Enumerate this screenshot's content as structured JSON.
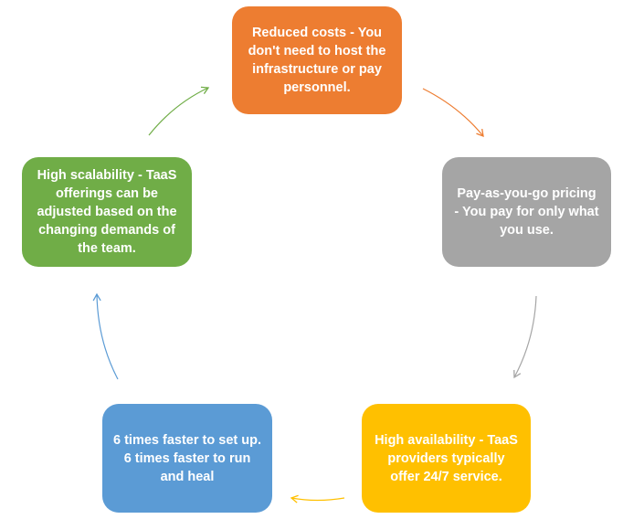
{
  "boxes": [
    {
      "id": "reduced-costs",
      "text": "Reduced costs - You don't need to host the infrastructure or pay personnel.",
      "color": "#ED7D31"
    },
    {
      "id": "pay-as-you-go",
      "text": "Pay-as-you-go pricing - You pay for only what you use.",
      "color": "#A5A5A5"
    },
    {
      "id": "high-availability",
      "text": "High availability - TaaS providers typically offer 24/7 service.",
      "color": "#FFC000"
    },
    {
      "id": "faster-setup",
      "text": "6 times faster to set up. 6 times faster to run and heal",
      "color": "#5B9BD5"
    },
    {
      "id": "high-scalability",
      "text": "High scalability - TaaS offerings can be adjusted based on the changing demands of the team.",
      "color": "#70AD47"
    }
  ],
  "arrows": [
    {
      "from": "reduced-costs",
      "to": "pay-as-you-go",
      "color": "#ED7D31"
    },
    {
      "from": "pay-as-you-go",
      "to": "high-availability",
      "color": "#A5A5A5"
    },
    {
      "from": "high-availability",
      "to": "faster-setup",
      "color": "#FFC000"
    },
    {
      "from": "faster-setup",
      "to": "high-scalability",
      "color": "#5B9BD5"
    },
    {
      "from": "high-scalability",
      "to": "reduced-costs",
      "color": "#70AD47"
    }
  ]
}
